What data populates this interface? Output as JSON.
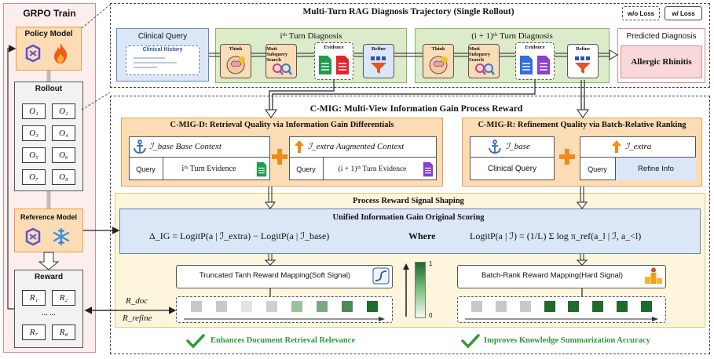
{
  "grpo": {
    "title": "GRPO Train",
    "policy_model": "Policy Model",
    "rollout": "Rollout",
    "outputs": [
      "O₁",
      "O₂",
      "O₃",
      "O₄",
      "O₅",
      "O₆",
      "O₇",
      "O₈"
    ],
    "reference_model": "Reference Model",
    "reward": "Reward",
    "rewards_top": [
      "R₁",
      "R₂"
    ],
    "reward_ellipsis": "... ...",
    "rewards_bottom": [
      "R₇",
      "R₈"
    ]
  },
  "trajectory": {
    "title": "Multi-Turn RAG Diagnosis Trajectory (Single Rollout)",
    "legend_no_loss": "w/o Loss",
    "legend_loss": "w/ Loss",
    "clinical_query": "Clinical Query",
    "clinical_history": "Clinical History",
    "turn_i": "iᵗʰ Turn Diagnosis",
    "turn_i1": "(i + 1)ᵗʰ Turn Diagnosis",
    "think": "Think",
    "search": "Muti Subquery Search",
    "evidence": "Evidence",
    "refine": "Refine",
    "predicted_label": "Predicted Diagnosis",
    "predicted_value": "Allergic Rhinitis"
  },
  "cmig": {
    "title": "C-MIG: Multi-View Information Gain Process Reward",
    "d_title": "C-MIG-D: Retrieval Quality via Information Gain Differentials",
    "d_base": "ℐ_base Base Context",
    "d_extra": "ℐ_extra Augmented Context",
    "query": "Query",
    "d_base_evidence": "iᵗʰ Turn Evidence",
    "d_extra_evidence": "(i + 1)ᵗʰ Turn Evidence",
    "r_title": "C-MIG-R: Refinement Quality via Batch-Relative Ranking",
    "r_base": "ℐ_base",
    "r_extra": "ℐ_extra",
    "r_clinical_query": "Clinical Query",
    "r_query": "Query",
    "r_refine_info": "Refine Info"
  },
  "shaping": {
    "title": "Process Reward Signal Shaping",
    "unified_title": "Unified Information Gain Original Scoring",
    "formula_left": "Δ_IG = LogitP(a | ℐ_extra) − LogitP(a | ℐ_base)",
    "where": "Where",
    "formula_right": "LogitP(a | ℐ) = (1/L) Σ log π_ref(a_l | ℐ, a_<l)",
    "soft": "Truncated Tanh Reward Mapping(Soft Signal)",
    "hard": "Batch-Rank Reward Mapping(Hard Signal)",
    "scale_max": "1",
    "scale_min": "0",
    "r_doc": "R_doc",
    "r_refine": "R_refine",
    "soft_levels": [
      0.3,
      0.3,
      0.1,
      0.25,
      0.45,
      0.6,
      0.8,
      1.0
    ],
    "hard_levels": [
      0.3,
      0.3,
      0.3,
      1.0,
      1.0,
      1.0,
      1.0,
      1.0
    ]
  },
  "footer": {
    "left": "Enhances Document Retrieval Relevance",
    "right": "Improves Knowledge Summarization Accuracy"
  },
  "colors": {
    "grpo_border": "#e08a8a",
    "grpo_fill": "#fdeeee",
    "orange_fill": "#fbdcb4",
    "orange_border": "#e8a050",
    "green_fill": "#dceccb",
    "blue_fill": "#dbe6f6",
    "pink_fill": "#f8d8d8",
    "yellow_fill": "#fdf6dc",
    "dark_green": "#1e6b2a"
  }
}
